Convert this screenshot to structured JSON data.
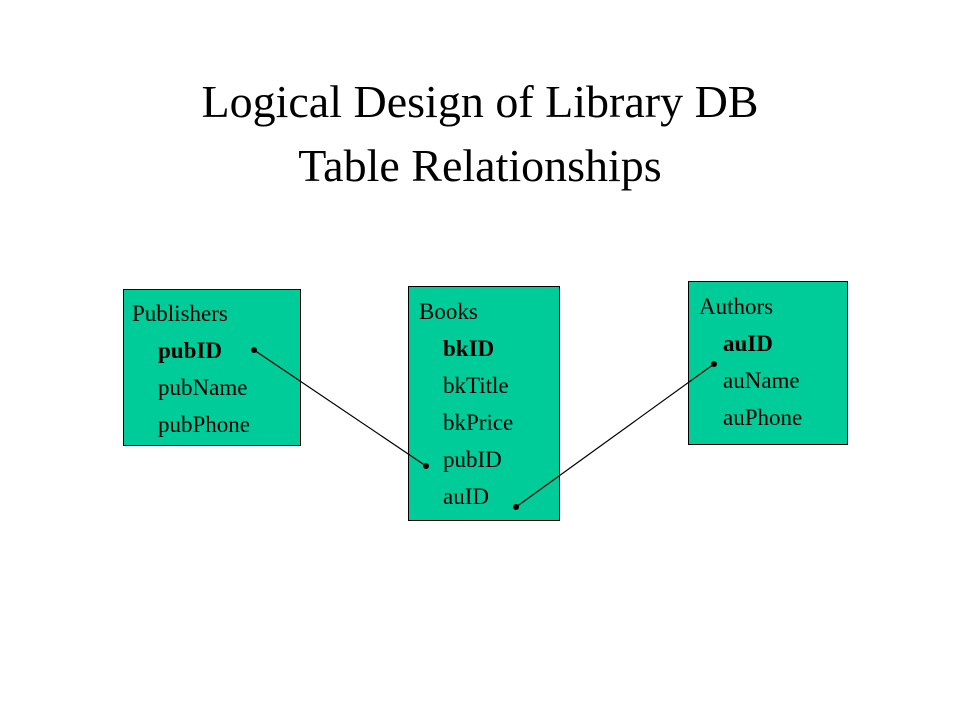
{
  "title": {
    "line1": "Logical Design of Library DB",
    "line2": "Table Relationships"
  },
  "tables": {
    "publishers": {
      "name": "Publishers",
      "fields": [
        "pubID",
        "pubName",
        "pubPhone"
      ]
    },
    "books": {
      "name": "Books",
      "fields": [
        "bkID",
        "bkTitle",
        "bkPrice",
        "pubID",
        "auID"
      ]
    },
    "authors": {
      "name": "Authors",
      "fields": [
        "auID",
        "auName",
        "auPhone"
      ]
    }
  },
  "colors": {
    "table_fill": "#00cc99",
    "border": "#000000",
    "text": "#000000",
    "background": "#ffffff"
  }
}
